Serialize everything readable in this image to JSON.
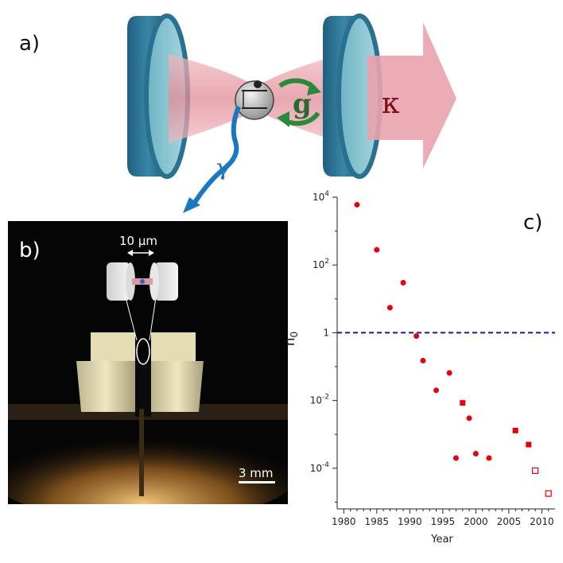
{
  "panel_a": {
    "label": "a)",
    "coupling_symbol": "g",
    "decay_symbol": "κ",
    "loss_symbol": "γ",
    "colors": {
      "mirror": "#2a7191",
      "mirror_face": "#8ec6d2",
      "beam": "#e79da6",
      "arrow": "#2a8a3a",
      "loss_arrow": "#1a78c2",
      "kappa": "#7a1016"
    }
  },
  "panel_b": {
    "label": "b)",
    "inset_scale": "10 μm",
    "scale_bar": "3 mm"
  },
  "chart_data": {
    "type": "scatter",
    "panel_label": "c)",
    "xlabel": "Year",
    "ylabel": "n",
    "ylabel_subscript": "0",
    "xlim": [
      1979,
      2012
    ],
    "ylim_log10": [
      -5.2,
      4
    ],
    "y_scale": "log",
    "x_ticks": [
      "1980",
      "1985",
      "1990",
      "1995",
      "2000",
      "2005",
      "2010"
    ],
    "x_tick_values": [
      1980,
      1985,
      1990,
      1995,
      2000,
      2005,
      2010
    ],
    "y_ticks": [
      {
        "log": 4,
        "base": "10",
        "exp": "4"
      },
      {
        "log": 2,
        "base": "10",
        "exp": "2"
      },
      {
        "log": 0,
        "base": "1",
        "exp": ""
      },
      {
        "log": -2,
        "base": "10",
        "exp": "-2"
      },
      {
        "log": -4,
        "base": "10",
        "exp": "-4"
      }
    ],
    "reference_line": {
      "y": 1,
      "color": "#1a1aa0",
      "style": "dashed"
    },
    "marker_color": "#e8000b",
    "series": [
      {
        "marker": "circle",
        "points": [
          {
            "x": 1982,
            "y": 6000
          },
          {
            "x": 1985,
            "y": 280
          },
          {
            "x": 1987,
            "y": 5.5
          },
          {
            "x": 1989,
            "y": 30
          },
          {
            "x": 1991,
            "y": 0.8
          },
          {
            "x": 1992,
            "y": 0.15
          },
          {
            "x": 1994,
            "y": 0.02
          },
          {
            "x": 1996,
            "y": 0.065
          },
          {
            "x": 1997,
            "y": 0.0002
          },
          {
            "x": 1999,
            "y": 0.003
          },
          {
            "x": 2000,
            "y": 0.00027
          },
          {
            "x": 2002,
            "y": 0.0002
          }
        ]
      },
      {
        "marker": "square",
        "points": [
          {
            "x": 1998,
            "y": 0.0085
          },
          {
            "x": 2006,
            "y": 0.0013
          },
          {
            "x": 2008,
            "y": 0.0005
          }
        ]
      },
      {
        "marker": "square-open",
        "points": [
          {
            "x": 2009,
            "y": 8.5e-05
          },
          {
            "x": 2011,
            "y": 1.8e-05
          }
        ]
      }
    ]
  }
}
